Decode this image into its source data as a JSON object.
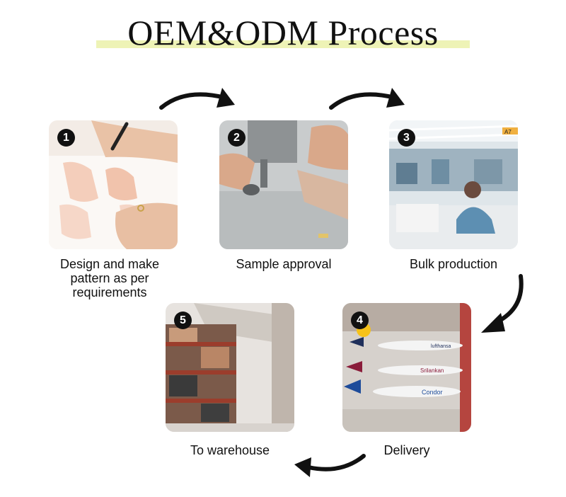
{
  "header": {
    "title": "OEM&ODM Process"
  },
  "steps": [
    {
      "number": "1",
      "label": "Design and make pattern as per requirements"
    },
    {
      "number": "2",
      "label": "Sample approval"
    },
    {
      "number": "3",
      "label": "Bulk production"
    },
    {
      "number": "4",
      "label": "Delivery"
    },
    {
      "number": "5",
      "label": "To warehouse"
    }
  ],
  "photo_text": {
    "plane_2": "Srilankan",
    "plane_3": "Condor",
    "plane_1": "lufthansa",
    "sign": "A7"
  },
  "colors": {
    "title_highlight": "#eef3b6",
    "badge": "#111111",
    "arrow": "#111111"
  }
}
